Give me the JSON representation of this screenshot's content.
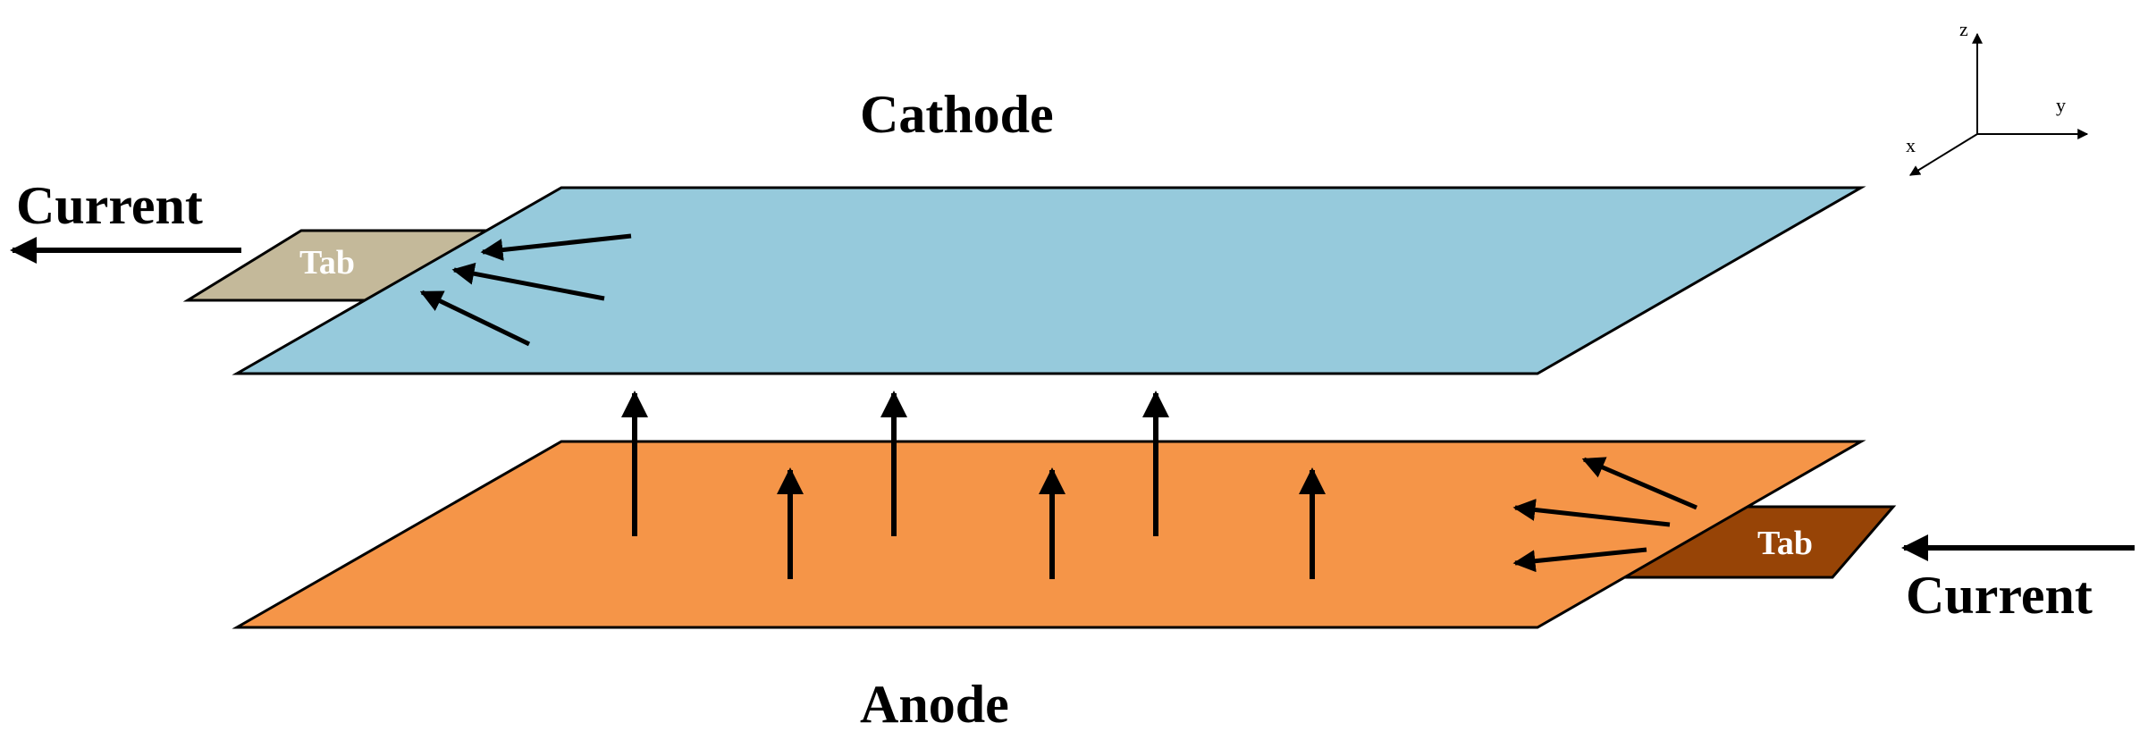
{
  "labels": {
    "cathode": "Cathode",
    "anode": "Anode",
    "current_left": "Current",
    "current_right": "Current",
    "cathode_tab": "Tab",
    "anode_tab": "Tab"
  },
  "axes": {
    "z": "z",
    "y": "y",
    "x": "x"
  },
  "colors": {
    "cathode_plate": "#96cadc",
    "cathode_tab": "#c4b99a",
    "anode_plate": "#f59548",
    "anode_tab": "#974406",
    "outline": "#000000",
    "tab_text": "#ffffff"
  }
}
